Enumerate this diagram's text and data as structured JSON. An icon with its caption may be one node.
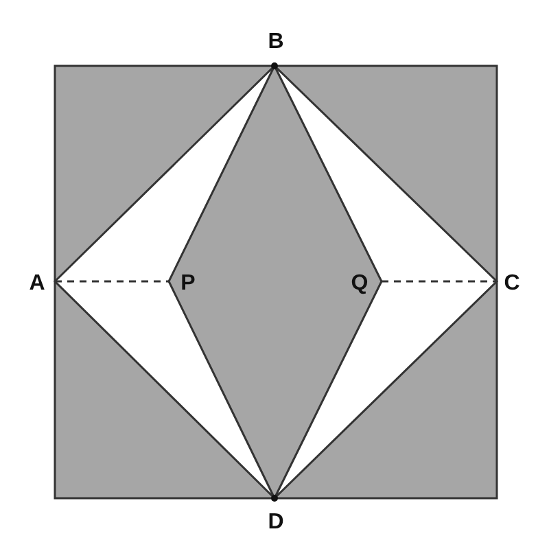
{
  "diagram": {
    "labels": [
      "B",
      "A",
      "P",
      "Q",
      "C",
      "D"
    ]
  }
}
